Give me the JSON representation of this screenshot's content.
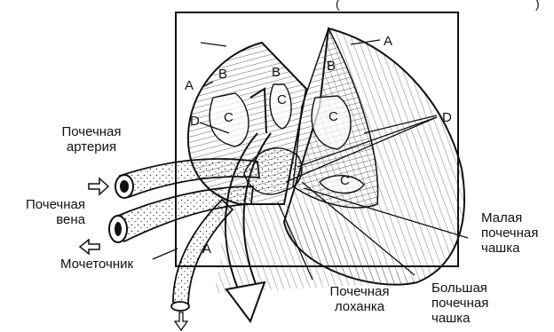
{
  "header_fragment": "(",
  "header_fragment_end": ")",
  "letters": {
    "a": "A",
    "b": "B",
    "c": "C",
    "d": "D"
  },
  "labels": {
    "renal_artery": [
      "Почечная",
      "артерия"
    ],
    "renal_vein": [
      "Почечная",
      "вена"
    ],
    "ureter": "Мочеточник",
    "minor_calyx": [
      "Малая",
      "почечная",
      "чашка"
    ],
    "major_calyx": [
      "Большая",
      "почечная",
      "чашка"
    ],
    "renal_pelvis": [
      "Почечная",
      "лоханка"
    ]
  }
}
